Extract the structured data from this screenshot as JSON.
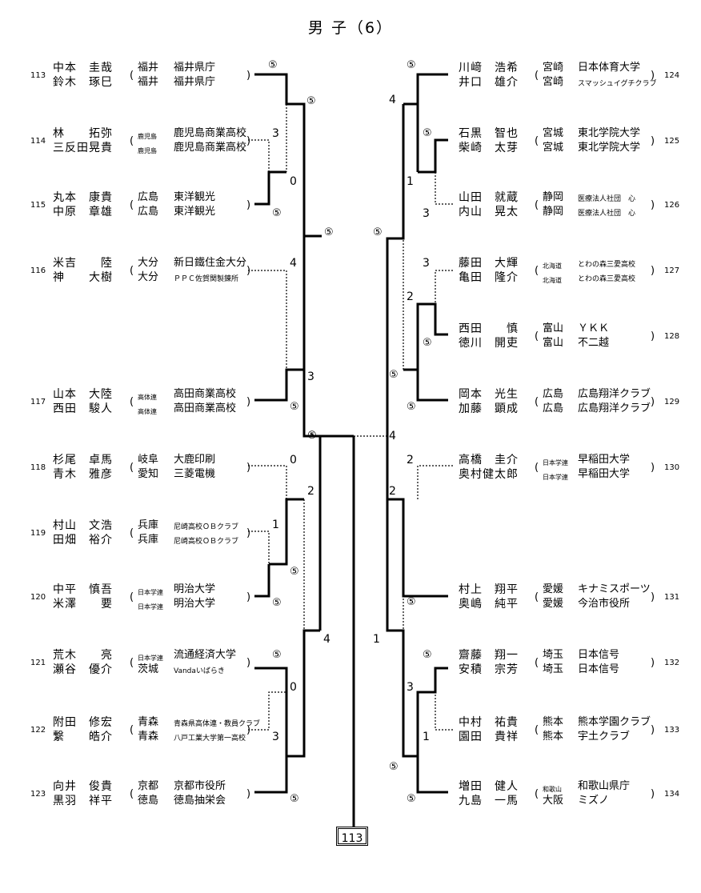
{
  "title": "男 子（6）",
  "champion": "113",
  "left": [
    {
      "num": "113",
      "p1": "中本　圭哉",
      "p2": "鈴木　琢巳",
      "pref1": "福井",
      "pref2": "福井",
      "club1": "福井県庁",
      "club2": "福井県庁"
    },
    {
      "num": "114",
      "p1": "林　　拓弥",
      "p2": "三反田晃貴",
      "pref1": "鹿児島",
      "pref2": "鹿児島",
      "club1": "鹿児島商業高校",
      "club2": "鹿児島商業高校"
    },
    {
      "num": "115",
      "p1": "丸本　康貴",
      "p2": "中原　章雄",
      "pref1": "広島",
      "pref2": "広島",
      "club1": "東洋観光",
      "club2": "東洋観光"
    },
    {
      "num": "116",
      "p1": "米吉　　陸",
      "p2": "神　　大樹",
      "pref1": "大分",
      "pref2": "大分",
      "club1": "新日鐵住金大分",
      "club2": "ＰＰＣ佐賀関製錬所"
    },
    {
      "num": "117",
      "p1": "山本　大陸",
      "p2": "西田　駿人",
      "pref1": "高体連",
      "pref2": "高体連",
      "club1": "高田商業高校",
      "club2": "高田商業高校"
    },
    {
      "num": "118",
      "p1": "杉尾　卓馬",
      "p2": "青木　雅彦",
      "pref1": "岐阜",
      "pref2": "愛知",
      "club1": "大鹿印刷",
      "club2": "三菱電機"
    },
    {
      "num": "119",
      "p1": "村山　文浩",
      "p2": "田畑　裕介",
      "pref1": "兵庫",
      "pref2": "兵庫",
      "club1": "尼崎高校ＯＢクラブ",
      "club2": "尼崎高校ＯＢクラブ"
    },
    {
      "num": "120",
      "p1": "中平　慎吾",
      "p2": "米澤　　要",
      "pref1": "日本学連",
      "pref2": "日本学連",
      "club1": "明治大学",
      "club2": "明治大学"
    },
    {
      "num": "121",
      "p1": "荒木　　亮",
      "p2": "瀬谷　優介",
      "pref1": "日本学連",
      "pref2": "茨城",
      "club1": "流通経済大学",
      "club2": "Vandaいばらき"
    },
    {
      "num": "122",
      "p1": "附田　修宏",
      "p2": "繋　　皓介",
      "pref1": "青森",
      "pref2": "青森",
      "club1": "青森県高体連・教員クラブ",
      "club2": "八戸工業大学第一高校"
    },
    {
      "num": "123",
      "p1": "向井　俊貴",
      "p2": "黒羽　祥平",
      "pref1": "京都",
      "pref2": "徳島",
      "club1": "京都市役所",
      "club2": "徳島抽栄会"
    }
  ],
  "right": [
    {
      "num": "124",
      "p1": "川﨑　浩希",
      "p2": "井口　雄介",
      "pref1": "宮崎",
      "pref2": "宮崎",
      "club1": "日本体育大学",
      "club2": "スマッシュイグチクラブ"
    },
    {
      "num": "125",
      "p1": "石黒　智也",
      "p2": "柴崎　太芽",
      "pref1": "宮城",
      "pref2": "宮城",
      "club1": "東北学院大学",
      "club2": "東北学院大学"
    },
    {
      "num": "126",
      "p1": "山田　就蔵",
      "p2": "内山　晃太",
      "pref1": "静岡",
      "pref2": "静岡",
      "club1": "医療法人社団　心",
      "club2": "医療法人社団　心"
    },
    {
      "num": "127",
      "p1": "藤田　大輝",
      "p2": "亀田　隆介",
      "pref1": "北海道",
      "pref2": "北海道",
      "club1": "とわの森三愛高校",
      "club2": "とわの森三愛高校"
    },
    {
      "num": "128",
      "p1": "西田　　慎",
      "p2": "徳川　開吏",
      "pref1": "富山",
      "pref2": "富山",
      "club1": "ＹＫＫ",
      "club2": "不二越"
    },
    {
      "num": "129",
      "p1": "岡本　光生",
      "p2": "加藤　顕成",
      "pref1": "広島",
      "pref2": "広島",
      "club1": "広島翔洋クラブ",
      "club2": "広島翔洋クラブ"
    },
    {
      "num": "130",
      "p1": "高橋　圭介",
      "p2": "奥村健太郎",
      "pref1": "日本学連",
      "pref2": "日本学連",
      "club1": "早稲田大学",
      "club2": "早稲田大学"
    },
    {
      "num": "131",
      "p1": "村上　翔平",
      "p2": "奥嶋　純平",
      "pref1": "愛媛",
      "pref2": "愛媛",
      "club1": "キナミスポーツ",
      "club2": "今治市役所"
    },
    {
      "num": "132",
      "p1": "齋藤　翔一",
      "p2": "安積　宗芳",
      "pref1": "埼玉",
      "pref2": "埼玉",
      "club1": "日本信号",
      "club2": "日本信号"
    },
    {
      "num": "133",
      "p1": "中村　祐貴",
      "p2": "園田　貴祥",
      "pref1": "熊本",
      "pref2": "熊本",
      "club1": "熊本学園クラブ",
      "club2": "宇土クラブ"
    },
    {
      "num": "134",
      "p1": "増田　健人",
      "p2": "九島　一馬",
      "pref1": "和歌山",
      "pref2": "大阪",
      "club1": "和歌山県庁",
      "club2": "ミズノ"
    }
  ],
  "scores": {
    "l_a1": "⑤",
    "l_a2": "⑤",
    "l_a3": "3",
    "l_a4": "0",
    "l_a5": "⑤",
    "l_a6": "⑤",
    "l_a7": "4",
    "l_a8": "3",
    "l_a9": "⑤",
    "l_a10": "⑤",
    "l_b1": "0",
    "l_b2": "2",
    "l_b3": "1",
    "l_b4": "⑤",
    "l_b5": "⑤",
    "l_b6": "⑤",
    "l_b7": "0",
    "l_b8": "3",
    "l_b9": "⑤",
    "l_b10": "4",
    "r_a1": "⑤",
    "r_a2": "4",
    "r_a3": "⑤",
    "r_a4": "1",
    "r_a5": "3",
    "r_a6": "⑤",
    "r_a7": "3",
    "r_a8": "2",
    "r_a9": "⑤",
    "r_a10": "⑤",
    "r_a11": "⑤",
    "r_b1": "2",
    "r_b2": "2",
    "r_b3": "⑤",
    "r_b4": "1",
    "r_b5": "⑤",
    "r_b6": "3",
    "r_b7": "1",
    "r_b8": "⑤",
    "r_b9": "⑤",
    "final_l": "⑤",
    "final_r": "4"
  }
}
